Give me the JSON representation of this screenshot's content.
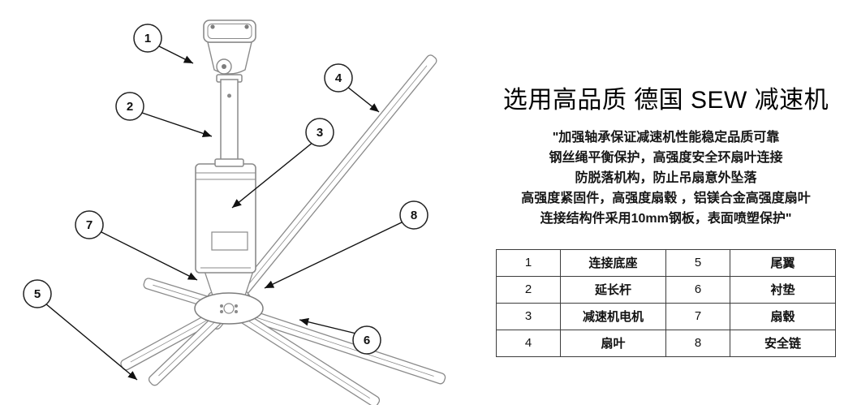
{
  "diagram": {
    "callouts": [
      "1",
      "2",
      "3",
      "4",
      "5",
      "6",
      "7",
      "8"
    ]
  },
  "panel": {
    "title": "选用高品质 德国 SEW 减速机",
    "description": {
      "lines": [
        "\"加强轴承保证减速机性能稳定品质可靠",
        "钢丝绳平衡保护，高强度安全环扇叶连接",
        "防脱落机构，防止吊扇意外坠落",
        "高强度紧固件，高强度扇毂 ，铝镁合金高强度扇叶",
        "连接结构件采用10mm钢板，表面喷塑保护\""
      ]
    },
    "parts_table": {
      "rows": [
        [
          "1",
          "连接底座",
          "5",
          "尾翼"
        ],
        [
          "2",
          "延长杆",
          "6",
          "衬垫"
        ],
        [
          "3",
          "减速机电机",
          "7",
          "扇毂"
        ],
        [
          "4",
          "扇叶",
          "8",
          "安全链"
        ]
      ]
    }
  },
  "colors": {
    "drawing_line": "#8a8a8a",
    "callout_line": "#1a1a1a",
    "table_border": "#3c3c3c",
    "background": "#ffffff"
  }
}
